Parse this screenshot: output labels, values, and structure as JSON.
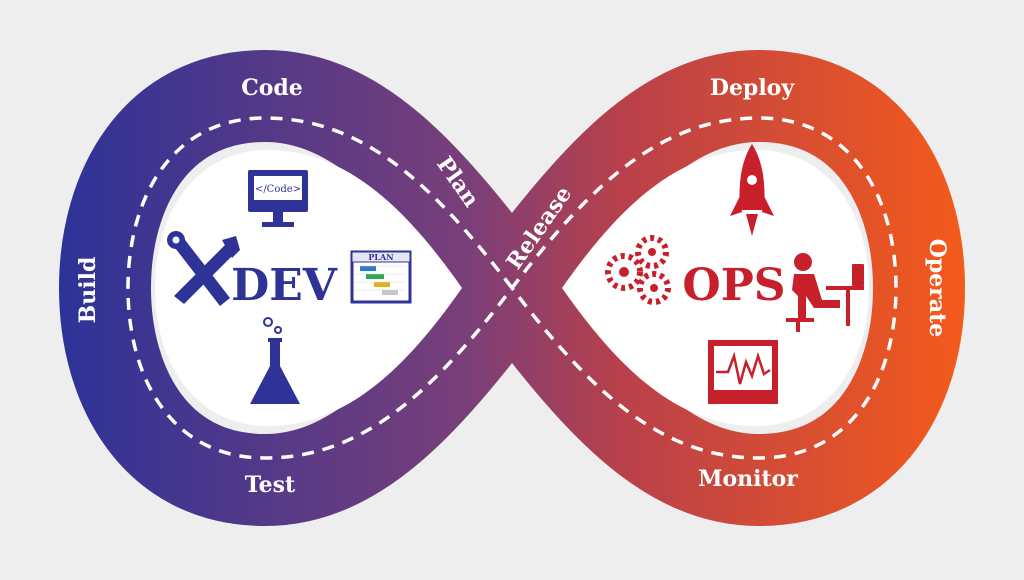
{
  "stages": {
    "code": "Code",
    "build": "Build",
    "test": "Test",
    "plan": "Plan",
    "release": "Release",
    "deploy": "Deploy",
    "operate": "Operate",
    "monitor": "Monitor"
  },
  "centers": {
    "dev": "DEV",
    "ops": "OPS"
  },
  "icon_labels": {
    "code_screen": "</Code>",
    "plan_board": "PLAN"
  },
  "colors": {
    "dev_blue": "#36339a",
    "mid_purple": "#7a3f78",
    "ops_orange": "#f0551f",
    "ops_red": "#c0232b",
    "dash": "#ffffff",
    "background": "#eeeeee"
  },
  "icons": [
    "tools-icon",
    "computer-code-icon",
    "plan-board-icon",
    "flask-icon",
    "rocket-icon",
    "gears-icon",
    "person-at-desk-icon",
    "monitor-chart-icon"
  ]
}
